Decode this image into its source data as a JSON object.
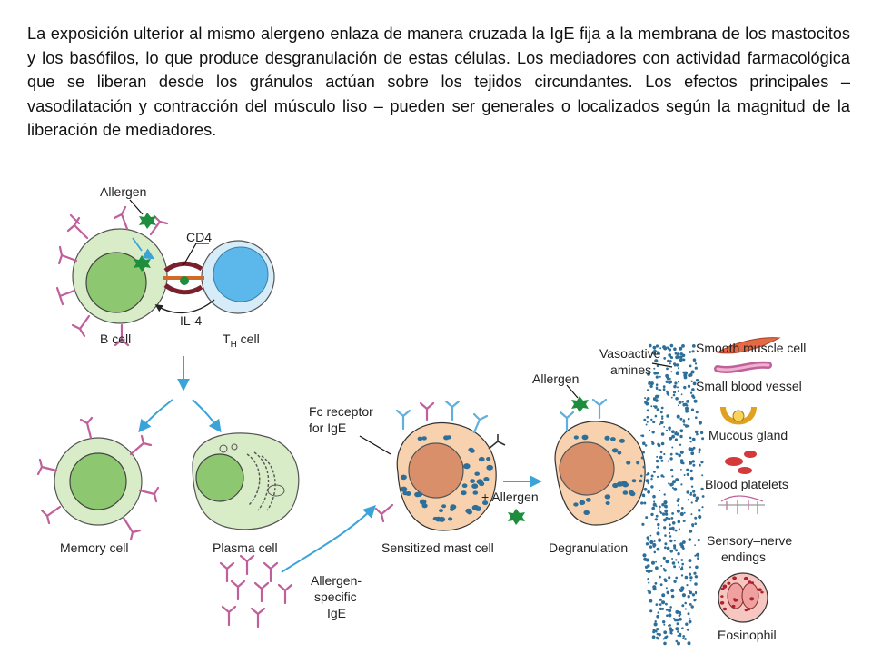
{
  "paragraph": "La exposición ulterior al mismo alergeno enlaza de manera cruzada la IgE fija a la membrana de los mastocitos y los basófilos, lo que produce desgranulación de estas células. Los mediadores con actividad farmacológica que se liberan desde los gránulos actúan sobre los tejidos circundantes. Los efectos principales – vasodilatación y contracción del músculo liso – pueden ser generales o localizados según la magnitud de la liberación de mediadores.",
  "labels": {
    "allergen_top": "Allergen",
    "cd4": "CD4",
    "il4": "IL-4",
    "b_cell": "B cell",
    "th_cell_main": "T",
    "th_cell_sub": "H",
    "th_cell_suffix": " cell",
    "memory_cell": "Memory cell",
    "plasma_cell": "Plasma cell",
    "fc_receptor_1": "Fc receptor",
    "fc_receptor_2": "for IgE",
    "sensitized_mast_cell": "Sensitized mast cell",
    "plus_allergen": "+ Allergen",
    "allergen_mid": "Allergen",
    "degranulation": "Degranulation",
    "vasoactive_1": "Vasoactive",
    "vasoactive_2": "amines",
    "ige_1": "Allergen-",
    "ige_2": "specific",
    "ige_3": "IgE"
  },
  "targets": [
    {
      "label_1": "Smooth muscle cell",
      "label_2": ""
    },
    {
      "label_1": "Small blood vessel",
      "label_2": ""
    },
    {
      "label_1": "Mucous gland",
      "label_2": ""
    },
    {
      "label_1": "Blood platelets",
      "label_2": ""
    },
    {
      "label_1": "Sensory–nerve",
      "label_2": "endings"
    },
    {
      "label_1": "Eosinophil",
      "label_2": ""
    }
  ],
  "colors": {
    "cell_green_outer": "#d8ecc8",
    "cell_green_inner": "#8dc870",
    "th_outer": "#d6ecf8",
    "th_inner": "#5cb8ea",
    "mast_outer": "#f8d2ae",
    "mast_nucleus": "#d9906a",
    "granule": "#2e6f9a",
    "arrow_blue": "#3aa3d8",
    "antibody_pink": "#c0609a",
    "allergen_green": "#1e8e3e"
  }
}
